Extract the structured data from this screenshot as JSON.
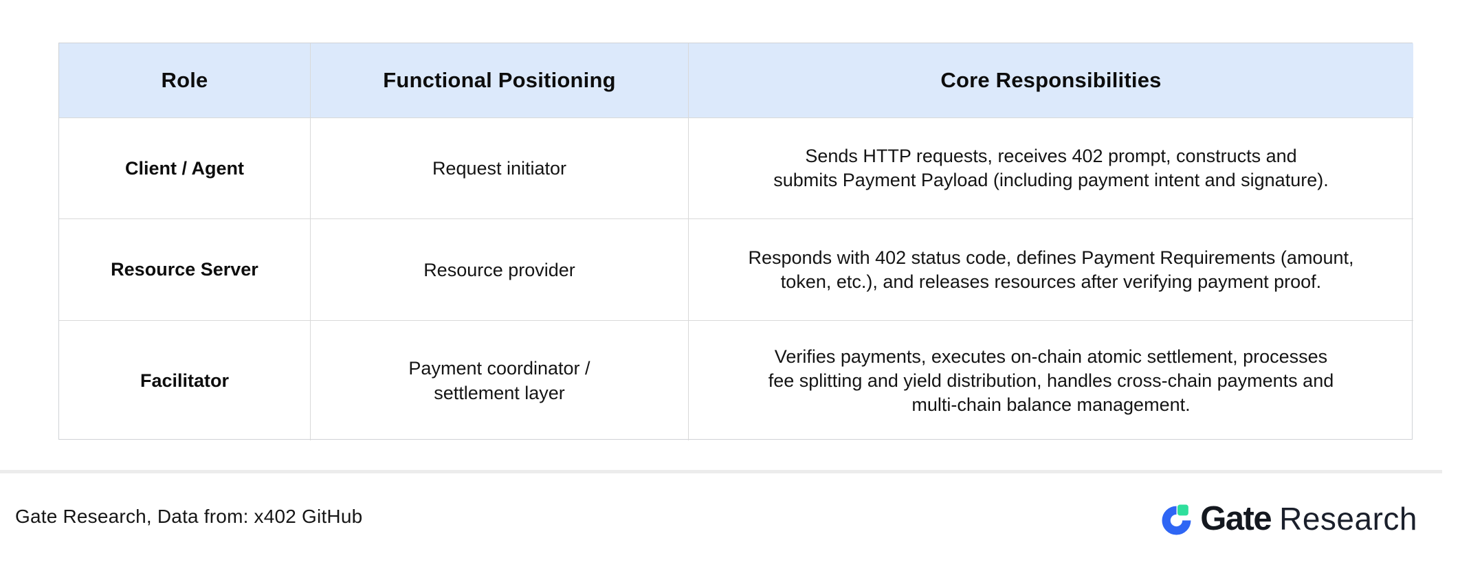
{
  "colors": {
    "header_bg": "#dce9fb",
    "outer_border": "#cfd2d6",
    "inner_border": "#d9d9d9",
    "text": "#111111",
    "footer_divider": "#ececec",
    "logo_blue": "#2f66f4",
    "logo_green": "#2fdf9c",
    "logo_text": "#14181f"
  },
  "table": {
    "headers": [
      "Role",
      "Functional Positioning",
      "Core Responsibilities"
    ],
    "rows": [
      {
        "role": "Client / Agent",
        "positioning": "Request initiator",
        "responsibilities": "Sends HTTP requests, receives 402 prompt, constructs and\nsubmits Payment Payload (including payment intent and signature)."
      },
      {
        "role": "Resource Server",
        "positioning": "Resource provider",
        "responsibilities": "Responds with 402 status code, defines Payment Requirements (amount,\ntoken, etc.), and releases resources after verifying payment proof."
      },
      {
        "role": "Facilitator",
        "positioning": "Payment coordinator /\nsettlement layer",
        "responsibilities": "Verifies payments, executes on-chain atomic settlement, processes\nfee splitting and yield distribution, handles cross-chain payments and\nmulti-chain balance management."
      }
    ]
  },
  "footer": {
    "source_text": "Gate Research, Data from: x402 GitHub",
    "logo_brand": "Gate",
    "logo_suffix": "Research"
  },
  "chart_data": {
    "type": "table",
    "title": "",
    "columns": [
      "Role",
      "Functional Positioning",
      "Core Responsibilities"
    ],
    "rows": [
      [
        "Client / Agent",
        "Request initiator",
        "Sends HTTP requests, receives 402 prompt, constructs and submits Payment Payload (including payment intent and signature)."
      ],
      [
        "Resource Server",
        "Resource provider",
        "Responds with 402 status code, defines Payment Requirements (amount, token, etc.), and releases resources after verifying payment proof."
      ],
      [
        "Facilitator",
        "Payment coordinator / settlement layer",
        "Verifies payments, executes on-chain atomic settlement, processes fee splitting and yield distribution, handles cross-chain payments and multi-chain balance management."
      ]
    ],
    "source": "Gate Research, Data from: x402 GitHub"
  }
}
